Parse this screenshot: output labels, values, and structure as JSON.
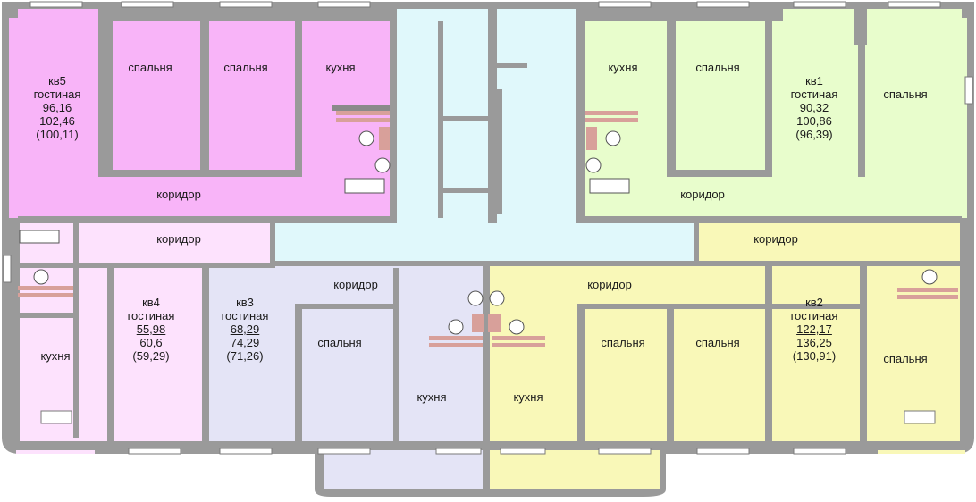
{
  "colors": {
    "wall": "#9a9a9a",
    "wall_dark": "#6f6f6f",
    "apt5": "#f8b4f8",
    "apt4": "#fde2fd",
    "apt3": "#e4e4f6",
    "apt1": "#e8fdcc",
    "apt2": "#f9f8b8",
    "common": "#e0f8fb",
    "fixture": "#d8a09a"
  },
  "apartments": {
    "kv5": {
      "name": "кв5",
      "type": "гостиная",
      "area_living": "96,16",
      "area_total": "102,46",
      "area_alt": "(100,11)"
    },
    "kv4": {
      "name": "кв4",
      "type": "гостиная",
      "area_living": "55,98",
      "area_total": "60,6",
      "area_alt": "(59,29)"
    },
    "kv3": {
      "name": "кв3",
      "type": "гостиная",
      "area_living": "68,29",
      "area_total": "74,29",
      "area_alt": "(71,26)"
    },
    "kv1": {
      "name": "кв1",
      "type": "гостиная",
      "area_living": "90,32",
      "area_total": "100,86",
      "area_alt": "(96,39)"
    },
    "kv2": {
      "name": "кв2",
      "type": "гостиная",
      "area_living": "122,17",
      "area_total": "136,25",
      "area_alt": "(130,91)"
    }
  },
  "rooms": {
    "bedroom": "спальня",
    "kitchen": "кухня",
    "corridor": "коридор"
  }
}
